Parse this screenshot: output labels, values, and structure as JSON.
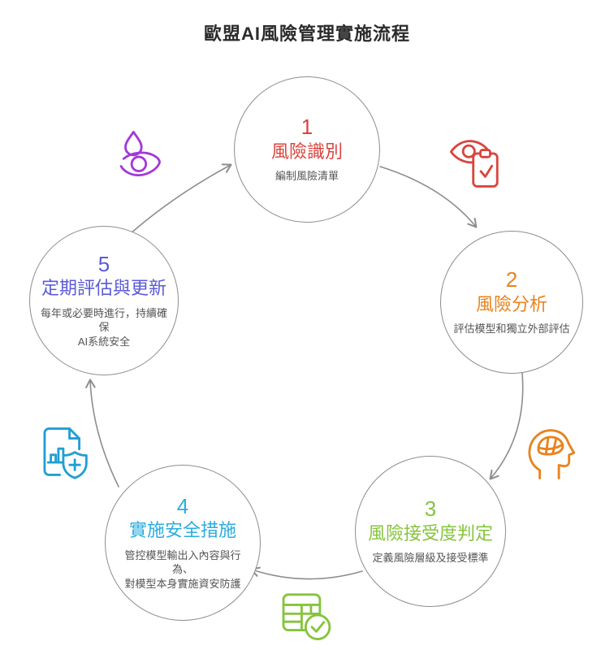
{
  "title": "歐盟AI風險管理實施流程",
  "colors": {
    "title_text": "#2b2b2b",
    "circle_border": "#8d8d8d",
    "arrow": "#8d8d8d",
    "subtitle_text": "#555555"
  },
  "steps": [
    {
      "number": "1",
      "heading": "風險識別",
      "subtitle": [
        "編制風險清單"
      ],
      "color": "#d9453e"
    },
    {
      "number": "2",
      "heading": "風險分析",
      "subtitle": [
        "評估模型和獨立外部評估"
      ],
      "color": "#e8831d"
    },
    {
      "number": "3",
      "heading": "風險接受度判定",
      "subtitle": [
        "定義風險層級及接受標準"
      ],
      "color": "#86c43d"
    },
    {
      "number": "4",
      "heading": "實施安全措施",
      "subtitle": [
        "管控模型輸出入內容與行為、",
        "對模型本身實施資安防護"
      ],
      "color": "#2badde"
    },
    {
      "number": "5",
      "heading": "定期評估與更新",
      "subtitle": [
        "每年或必要時進行，持續確保",
        "AI系統安全"
      ],
      "color": "#5b5bd6"
    }
  ],
  "transition_icons": [
    {
      "name": "eye-droplet-icon",
      "between": "5-to-1",
      "color": "#a239d8"
    },
    {
      "name": "eye-clipboard-check-icon",
      "between": "1-to-2",
      "color": "#d9453e"
    },
    {
      "name": "head-brain-icon",
      "between": "2-to-3",
      "color": "#e8831d"
    },
    {
      "name": "table-check-icon",
      "between": "3-to-4",
      "color": "#86c43d"
    },
    {
      "name": "document-shield-plus-icon",
      "between": "4-to-5",
      "color": "#219fd2"
    }
  ]
}
